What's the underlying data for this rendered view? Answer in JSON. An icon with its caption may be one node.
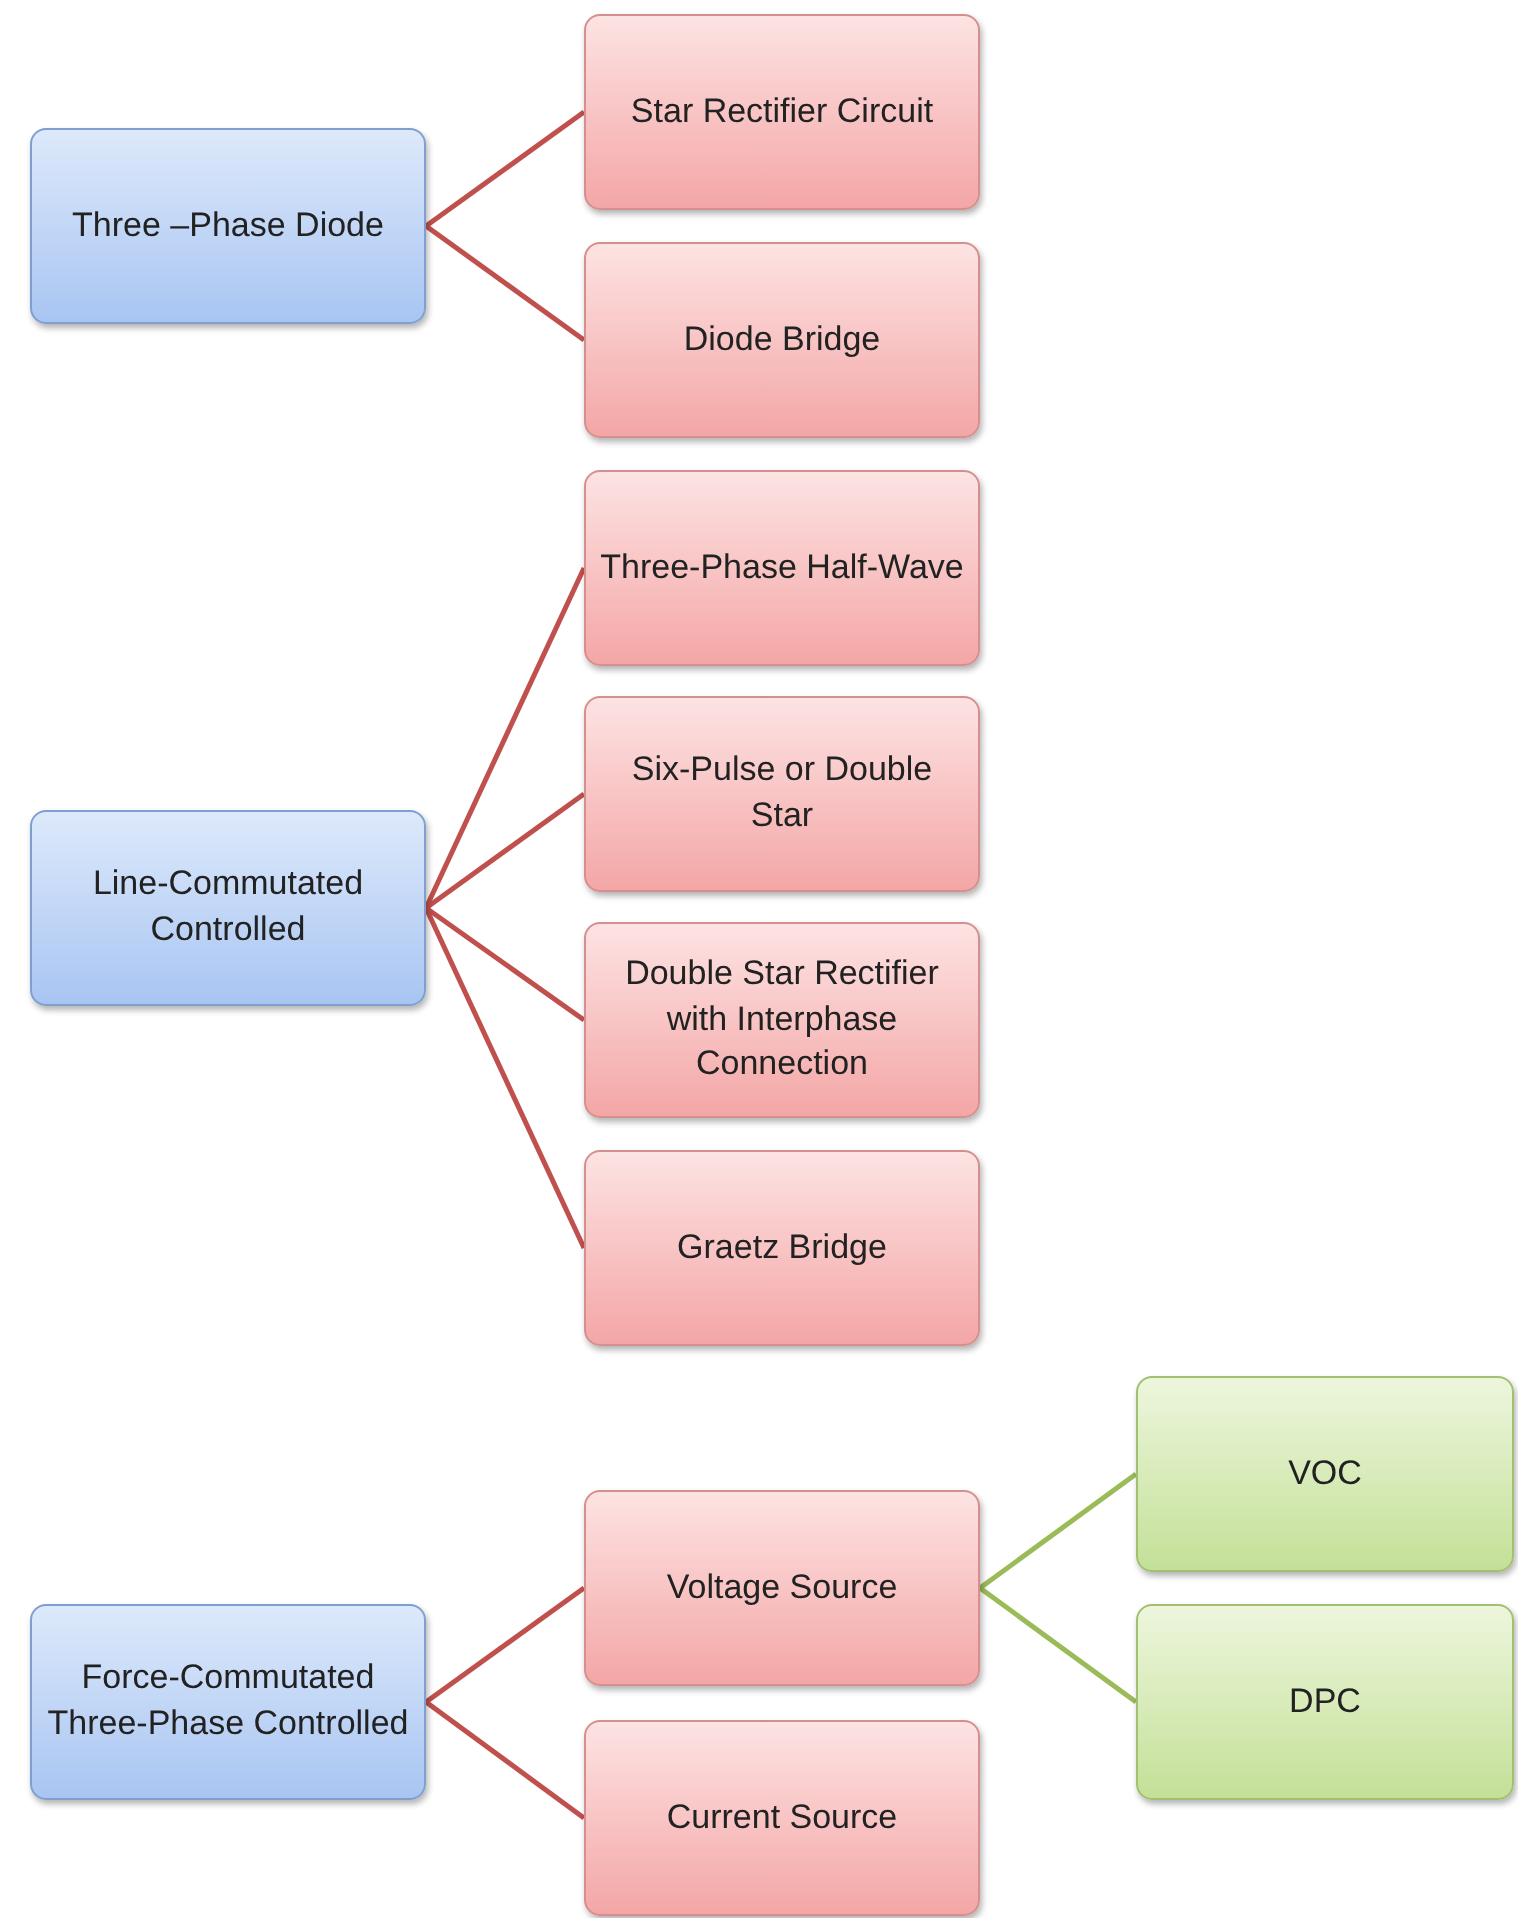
{
  "diagram": {
    "nodes": [
      {
        "text": [
          "Three –Phase Diode"
        ]
      },
      {
        "text": [
          "Star Rectifier Circuit"
        ]
      },
      {
        "text": [
          "Diode Bridge"
        ]
      },
      {
        "text": [
          "Three-Phase Half-Wave"
        ]
      },
      {
        "text": [
          "Line-Commutated Controlled"
        ]
      },
      {
        "text": [
          "Six-Pulse or Double Star"
        ]
      },
      {
        "text": [
          "Double Star Rectifier with Interphase Connection"
        ]
      },
      {
        "text": [
          "Graetz Bridge"
        ]
      },
      {
        "text": [
          "VOC"
        ]
      },
      {
        "text": [
          "Voltage Source"
        ]
      },
      {
        "text": [
          "Force-Commutated Three-Phase Controlled"
        ]
      },
      {
        "text": [
          "DPC"
        ]
      },
      {
        "text": [
          "Current Source"
        ]
      }
    ],
    "edges": [
      {
        "from": 0,
        "to": 1,
        "arrow": "none"
      },
      {
        "from": 0,
        "to": 2,
        "arrow": "none"
      },
      {
        "from": 4,
        "to": 3,
        "arrow": "none"
      },
      {
        "from": 4,
        "to": 5,
        "arrow": "none"
      },
      {
        "from": 4,
        "to": 6,
        "arrow": "none"
      },
      {
        "from": 4,
        "to": 7,
        "arrow": "none"
      },
      {
        "from": 10,
        "to": 9,
        "arrow": "none"
      },
      {
        "from": 10,
        "to": 12,
        "arrow": "none"
      },
      {
        "from": 9,
        "to": 8,
        "arrow": "none",
        "color": "#9bbb59"
      },
      {
        "from": 9,
        "to": 11,
        "arrow": "none",
        "color": "#9bbb59"
      }
    ]
  }
}
